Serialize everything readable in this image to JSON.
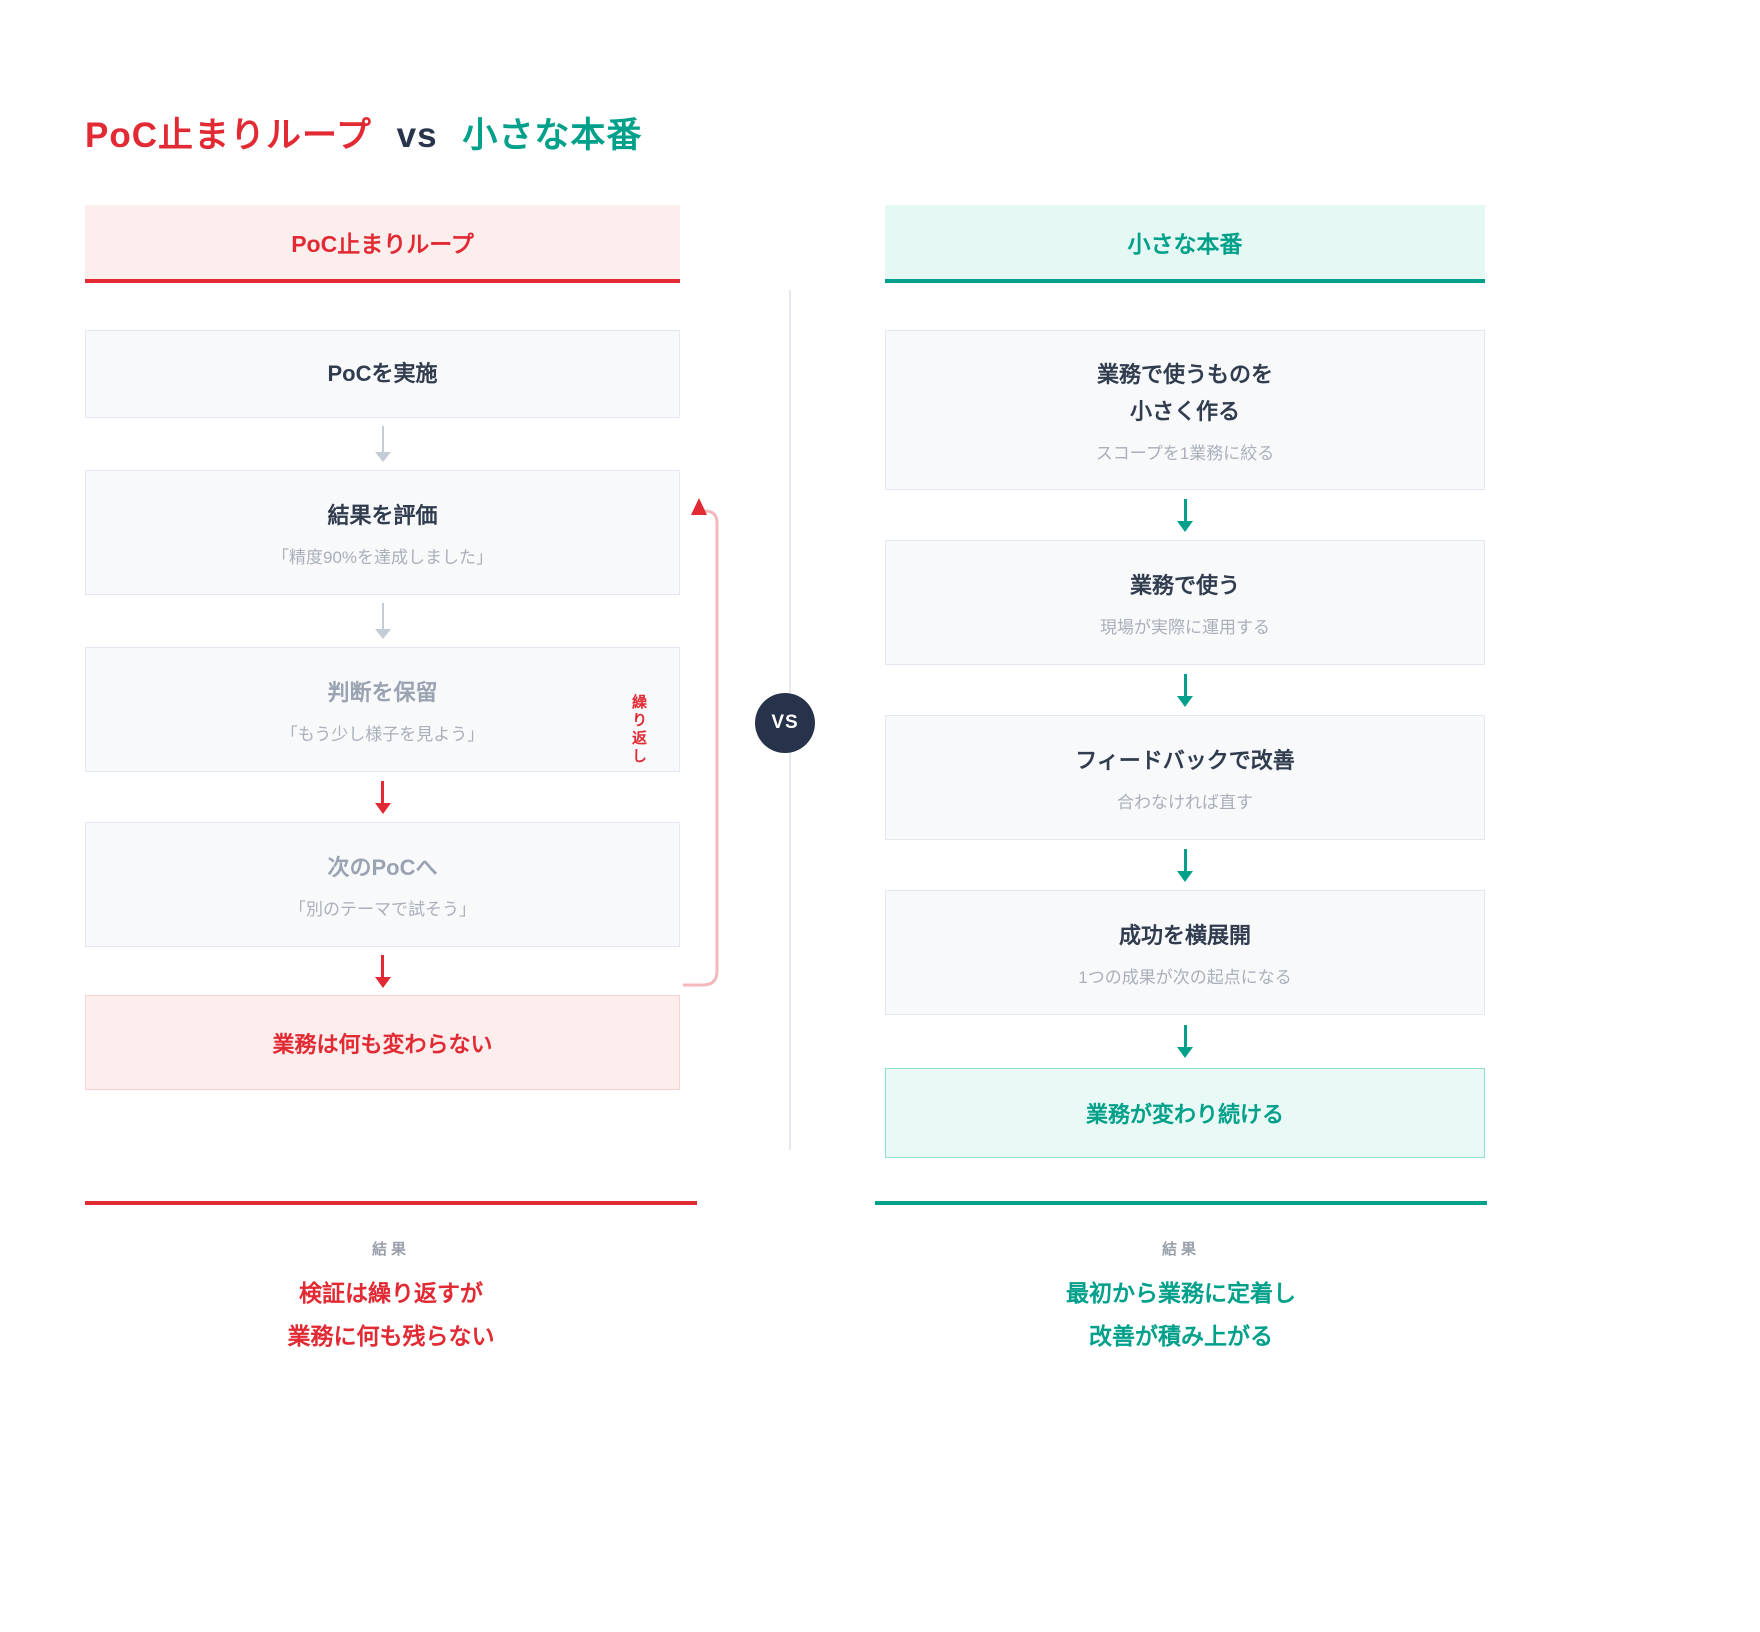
{
  "colors": {
    "red": "#e12a33",
    "red_light_bg": "#fdeeee",
    "teal": "#00a08a",
    "teal_light_bg": "#e6f8f4",
    "dark_text": "#313d4f",
    "muted_text": "#9aa3b2",
    "vs_badge_bg": "#27334a",
    "box_bg": "#f8f9fb"
  },
  "title": {
    "left": "PoC止まりループ",
    "vs": "vs",
    "right": "小さな本番"
  },
  "vs_badge": "VS",
  "left": {
    "header": "PoC止まりループ",
    "steps": [
      {
        "title": "PoCを実施",
        "subtitle": ""
      },
      {
        "title": "結果を評価",
        "subtitle": "「精度90%を達成しました」"
      },
      {
        "title": "判断を保留",
        "subtitle": "「もう少し様子を見よう」"
      },
      {
        "title": "次のPoCへ",
        "subtitle": "「別のテーマで試そう」"
      }
    ],
    "loop_label": "繰り返し",
    "final": "業務は何も変わらない",
    "result_label": "結果",
    "result": "検証は繰り返すが\n業務に何も残らない"
  },
  "right": {
    "header": "小さな本番",
    "steps": [
      {
        "title": "業務で使うものを\n小さく作る",
        "subtitle": "スコープを1業務に絞る"
      },
      {
        "title": "業務で使う",
        "subtitle": "現場が実際に運用する"
      },
      {
        "title": "フィードバックで改善",
        "subtitle": "合わなければ直す"
      },
      {
        "title": "成功を横展開",
        "subtitle": "1つの成果が次の起点になる"
      }
    ],
    "final": "業務が変わり続ける",
    "result_label": "結果",
    "result": "最初から業務に定着し\n改善が積み上がる"
  }
}
